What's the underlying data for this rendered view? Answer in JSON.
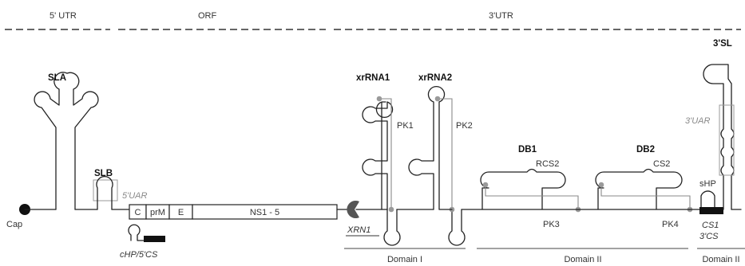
{
  "regions": {
    "utr5": "5' UTR",
    "orf": "ORF",
    "utr3": "3'UTR"
  },
  "structures": {
    "sla": "SLA",
    "slb": "SLB",
    "uar5": "5'UAR",
    "xrrna1": "xrRNA1",
    "xrrna2": "xrRNA2",
    "pk1": "PK1",
    "pk2": "PK2",
    "db1": "DB1",
    "db2": "DB2",
    "rcs2": "RCS2",
    "cs2": "CS2",
    "pk3": "PK3",
    "pk4": "PK4",
    "sl3": "3'SL",
    "uar3": "3'UAR",
    "shp": "sHP"
  },
  "genome": {
    "cap": "Cap",
    "genes": [
      "C",
      "prM",
      "E",
      "NS1 - 5"
    ],
    "chp_5cs": "cHP/5'CS",
    "xrn1": "XRN1",
    "cs1": "CS1",
    "cs3": "3'CS"
  },
  "domains": [
    "Domain I",
    "Domain II",
    "Domain II"
  ],
  "colors": {
    "line": "#222222",
    "pseudoknot": "#8a8a8a",
    "xrn1": "#555555"
  }
}
